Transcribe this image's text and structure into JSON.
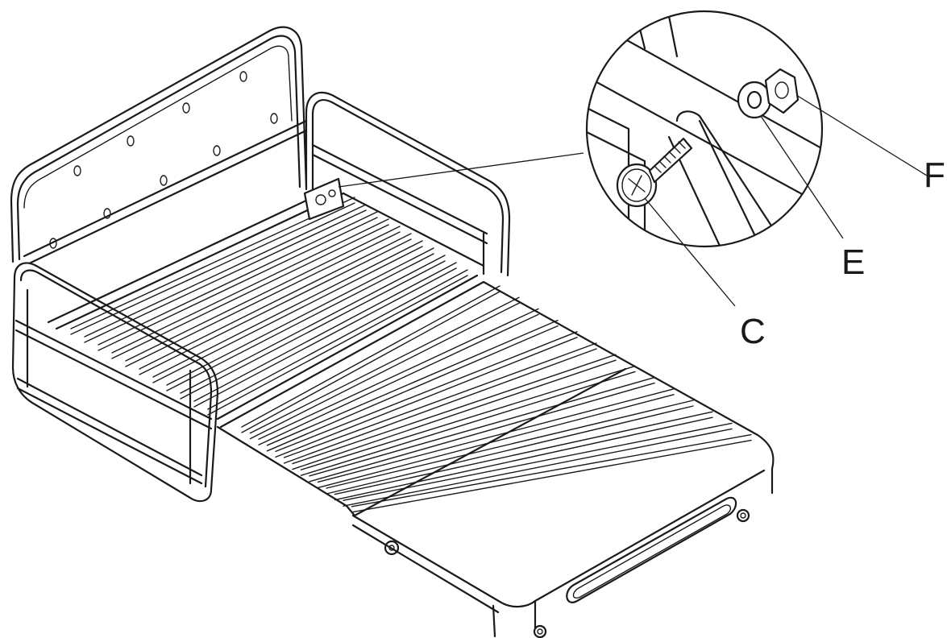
{
  "labels": {
    "bolt": "C",
    "washer": "E",
    "nut": "F"
  },
  "colors": {
    "line": "#1a1a1a",
    "background": "#ffffff"
  }
}
